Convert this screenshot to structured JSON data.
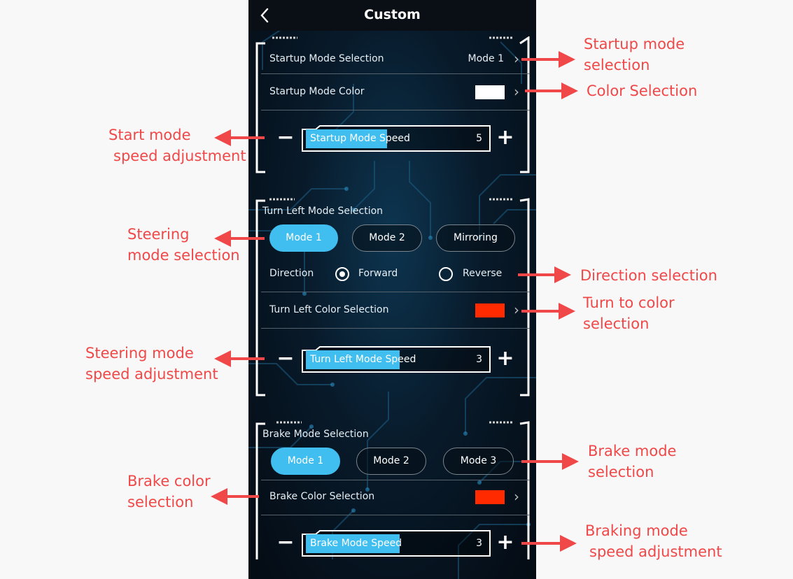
{
  "nav": {
    "title": "Custom"
  },
  "startup": {
    "mode_label": "Startup Mode Selection",
    "mode_value": "Mode 1",
    "color_label": "Startup Mode Color",
    "color": "#ffffff",
    "speed_label": "Startup Mode Speed",
    "speed_value": "5",
    "speed_fill": 0.45
  },
  "turn_left": {
    "title": "Turn Left Mode Selection",
    "modes": [
      "Mode 1",
      "Mode 2",
      "Mirroring"
    ],
    "active_mode": "Mode 1",
    "direction_label": "Direction",
    "direction_options": [
      "Forward",
      "Reverse"
    ],
    "direction_selected": "Forward",
    "color_label": "Turn Left Color Selection",
    "color": "#ff2a00",
    "speed_label": "Turn Left Mode Speed",
    "speed_value": "3",
    "speed_fill": 0.52
  },
  "brake": {
    "title": "Brake Mode Selection",
    "modes": [
      "Mode 1",
      "Mode 2",
      "Mode 3"
    ],
    "active_mode": "Mode 1",
    "color_label": "Brake Color Selection",
    "color": "#ff2a00",
    "speed_label": "Brake Mode Speed",
    "speed_value": "3",
    "speed_fill": 0.52
  },
  "annotations": {
    "startup_mode": [
      "Startup mode",
      "selection"
    ],
    "color_selection": [
      "Color Selection"
    ],
    "start_speed": [
      "Start mode",
      "speed adjustment"
    ],
    "steering_mode": [
      "Steering",
      "mode selection"
    ],
    "direction": [
      "Direction selection"
    ],
    "turn_color": [
      "Turn to color",
      "selection"
    ],
    "steering_speed": [
      "Steering mode",
      "speed adjustment"
    ],
    "brake_mode": [
      "Brake mode",
      "selection"
    ],
    "brake_color": [
      "Brake color",
      "selection"
    ],
    "brake_speed": [
      "Braking mode",
      "speed adjustment"
    ]
  },
  "colors": {
    "accent": "#41bef0",
    "annotation": "#f04848",
    "background": "#f8f8f8"
  },
  "icons": {
    "back": "chevron-left-icon",
    "next": "chevron-right-icon",
    "minus": "minus-icon",
    "plus": "plus-icon"
  }
}
